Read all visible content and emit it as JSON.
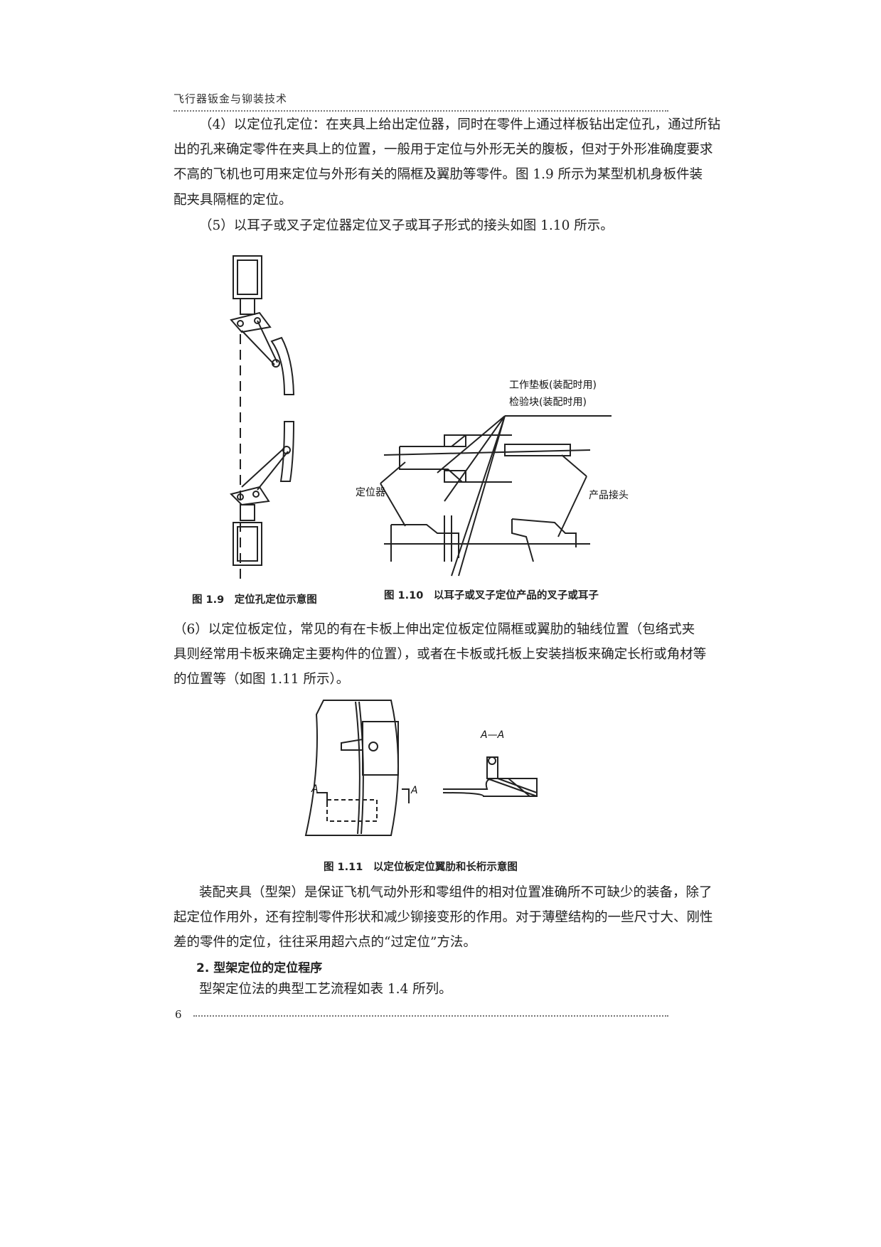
{
  "header": {
    "book_title": "飞行器钣金与铆装技术"
  },
  "paragraphs": {
    "p4": [
      "（4）以定位孔定位：在夹具上给出定位器，同时在零件上通过样板钻出定位孔，通过所钻",
      "出的孔来确定零件在夹具上的位置，一般用于定位与外形无关的腹板，但对于外形准确度要求",
      "不高的飞机也可用来定位与外形有关的隔框及翼肋等零件。图 1.9 所示为某型机机身板件装",
      "配夹具隔框的定位。"
    ],
    "p5": "（5）以耳子或叉子定位器定位叉子或耳子形式的接头如图 1.10 所示。",
    "p6": [
      "（6）以定位板定位，常见的有在卡板上伸出定位板定位隔框或翼肋的轴线位置（包络式夹",
      "具则经常用卡板来确定主要构件的位置），或者在卡板或托板上安装挡板来确定长桁或角材等",
      "的位置等（如图 1.11 所示）。"
    ],
    "p7": [
      "装配夹具（型架）是保证飞机气动外形和零组件的相对位置准确所不可缺少的装备，除了",
      "起定位作用外，还有控制零件形状和减少铆接变形的作用。对于薄壁结构的一些尺寸大、刚性",
      "差的零件的定位，往往采用超六点的“过定位”方法。"
    ],
    "section_heading": "2. 型架定位的定位程序",
    "p8": "型架定位法的典型工艺流程如表 1.4 所列。"
  },
  "figures": {
    "fig1_9": {
      "caption": "图 1.9　定位孔定位示意图"
    },
    "fig1_10": {
      "caption": "图 1.10　以耳子或叉子定位产品的叉子或耳子",
      "labels": {
        "work_pad": "工作垫板(装配时用)",
        "check_block": "检验块(装配时用)",
        "locator": "定位器",
        "product_joint": "产品接头"
      }
    },
    "fig1_11": {
      "caption": "图 1.11　以定位板定位翼肋和长桁示意图",
      "labels": {
        "section": "A—A",
        "a_left": "A",
        "a_right": "A"
      }
    }
  },
  "footer": {
    "page_number": "6"
  }
}
